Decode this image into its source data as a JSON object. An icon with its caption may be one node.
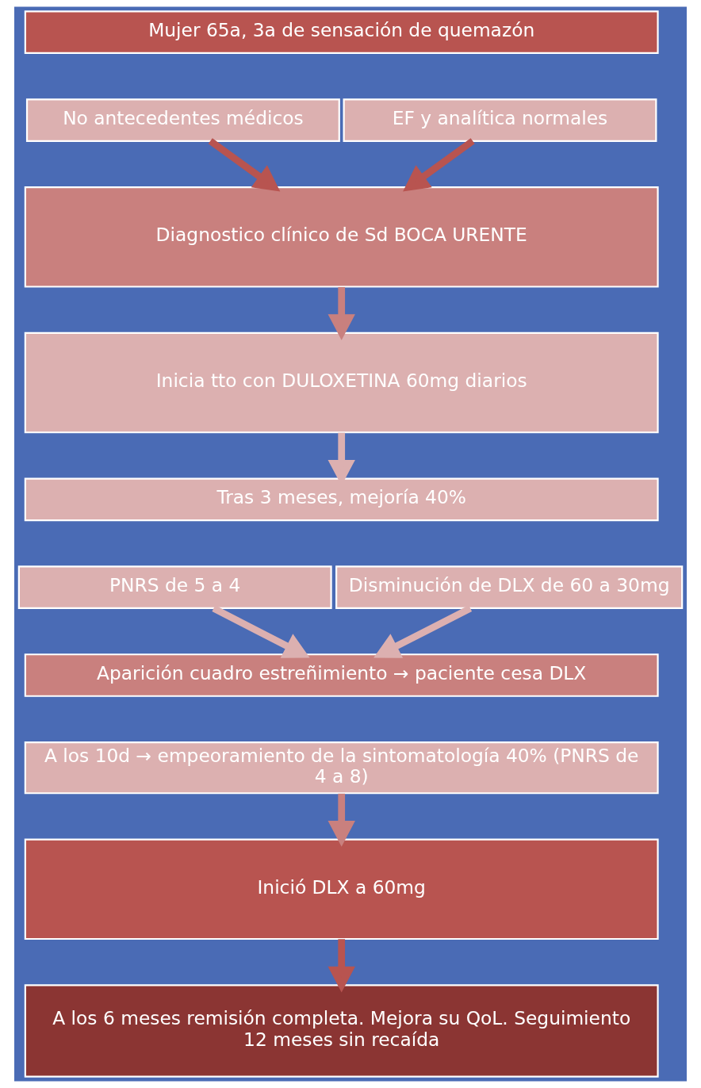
{
  "diagram": {
    "nodes": [
      {
        "text": [
          "Mujer 65a, 3a de sensación de quemazón"
        ]
      },
      {
        "text": [
          "No antecedentes médicos"
        ]
      },
      {
        "text": [
          "EF y analítica normales"
        ]
      },
      {
        "text": [
          "Diagnostico clínico de Sd BOCA URENTE"
        ]
      },
      {
        "text": [
          "Inicia tto con DULOXETINA 60mg diarios"
        ]
      },
      {
        "text": [
          "Tras 3 meses, mejoría 40%"
        ]
      },
      {
        "text": [
          "PNRS de 5 a 4"
        ]
      },
      {
        "text": [
          "Disminución de DLX de 60 a 30mg"
        ]
      },
      {
        "text": [
          "Aparición cuadro estreñimiento → paciente cesa DLX"
        ]
      },
      {
        "text": [
          "A los 10d → empeoramiento de la sintomatología 40% (PNRS de 4 a 8)"
        ]
      },
      {
        "text": [
          "Inició DLX a 60mg"
        ]
      },
      {
        "text": [
          "A los 6 meses remisión completa. Mejora su QoL. Seguimiento 12 meses sin recaída"
        ]
      }
    ],
    "edges": [
      {
        "from": 1,
        "to": 3,
        "arrow": "to",
        "color": "#b85450"
      },
      {
        "from": 2,
        "to": 3,
        "arrow": "to",
        "color": "#b85450"
      },
      {
        "from": 3,
        "to": 4,
        "arrow": "to",
        "color": "#c9807e"
      },
      {
        "from": 4,
        "to": 5,
        "arrow": "to",
        "color": "#dcb0b0"
      },
      {
        "from": 6,
        "to": 8,
        "arrow": "to",
        "color": "#dcb0b0"
      },
      {
        "from": 7,
        "to": 8,
        "arrow": "to",
        "color": "#dcb0b0"
      },
      {
        "from": 9,
        "to": 10,
        "arrow": "to",
        "color": "#c9807e"
      },
      {
        "from": 10,
        "to": 11,
        "arrow": "to",
        "color": "#b85450"
      }
    ]
  }
}
